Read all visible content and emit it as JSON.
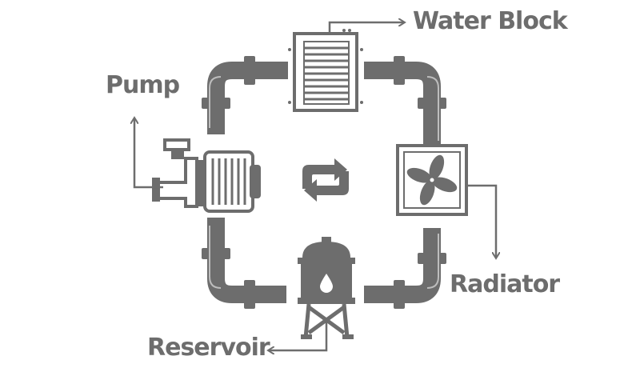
{
  "colors": {
    "primary": "#6d6d6d",
    "light": "#9a9a9a",
    "background": "#ffffff"
  },
  "labels": {
    "water_block": "Water Block",
    "pump": "Pump",
    "radiator": "Radiator",
    "reservoir": "Reservoir"
  },
  "icons": {
    "water_block": "water-block-icon",
    "pump": "pump-icon",
    "radiator": "radiator-fan-icon",
    "reservoir": "reservoir-tank-icon",
    "cycle": "cycle-arrows-icon"
  }
}
